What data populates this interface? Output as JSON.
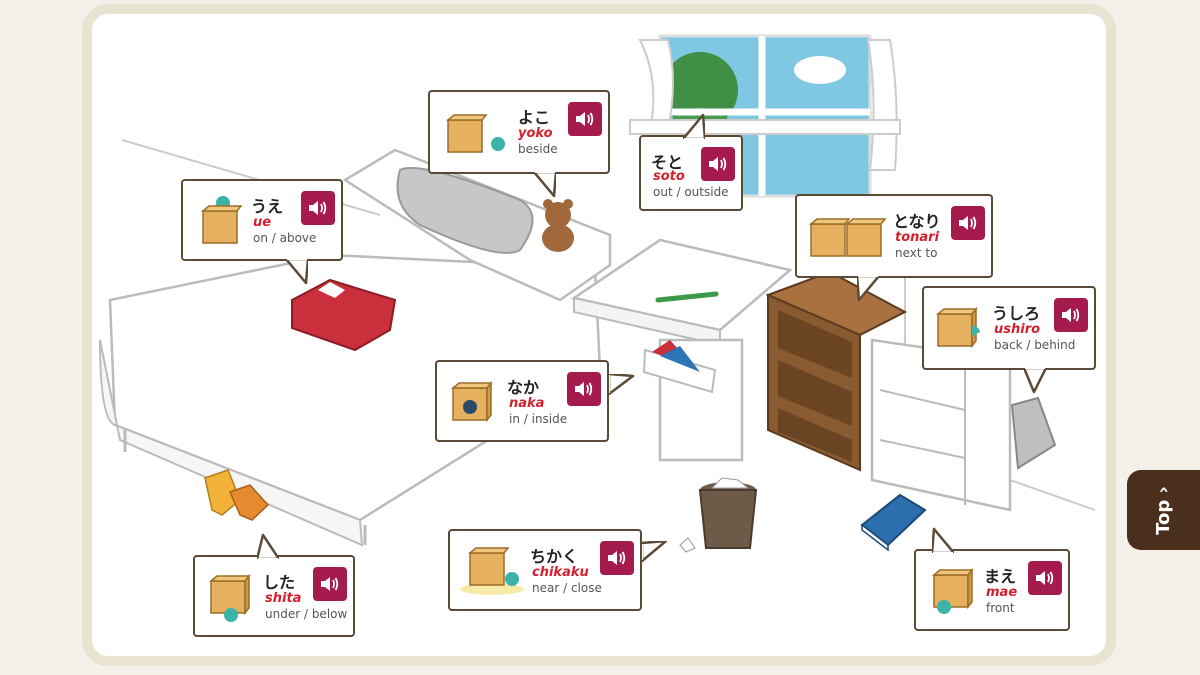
{
  "words": {
    "ue": {
      "kana": "うえ",
      "romaji": "ue",
      "meaning": "on / above"
    },
    "yoko": {
      "kana": "よこ",
      "romaji": "yoko",
      "meaning": "beside"
    },
    "soto": {
      "kana": "そと",
      "romaji": "soto",
      "meaning": "out / outside"
    },
    "tonari": {
      "kana": "となり",
      "romaji": "tonari",
      "meaning": "next to"
    },
    "ushiro": {
      "kana": "うしろ",
      "romaji": "ushiro",
      "meaning": "back / behind"
    },
    "naka": {
      "kana": "なか",
      "romaji": "naka",
      "meaning": "in / inside"
    },
    "shita": {
      "kana": "した",
      "romaji": "shita",
      "meaning": "under / below"
    },
    "chikaku": {
      "kana": "ちかく",
      "romaji": "chikaku",
      "meaning": "near / close"
    },
    "mae": {
      "kana": "まえ",
      "romaji": "mae",
      "meaning": "front"
    }
  },
  "top_button": {
    "label": "Top ›"
  },
  "colors": {
    "sound_button": "#a61b4d",
    "romaji": "#d5202e",
    "box": "#e5b15e",
    "dot": "#3bb3a8",
    "outline": "#5b4a36",
    "top_button": "#4a2f1c"
  },
  "icons": {
    "sound": "speaker-icon",
    "cube": "cube-icon"
  }
}
